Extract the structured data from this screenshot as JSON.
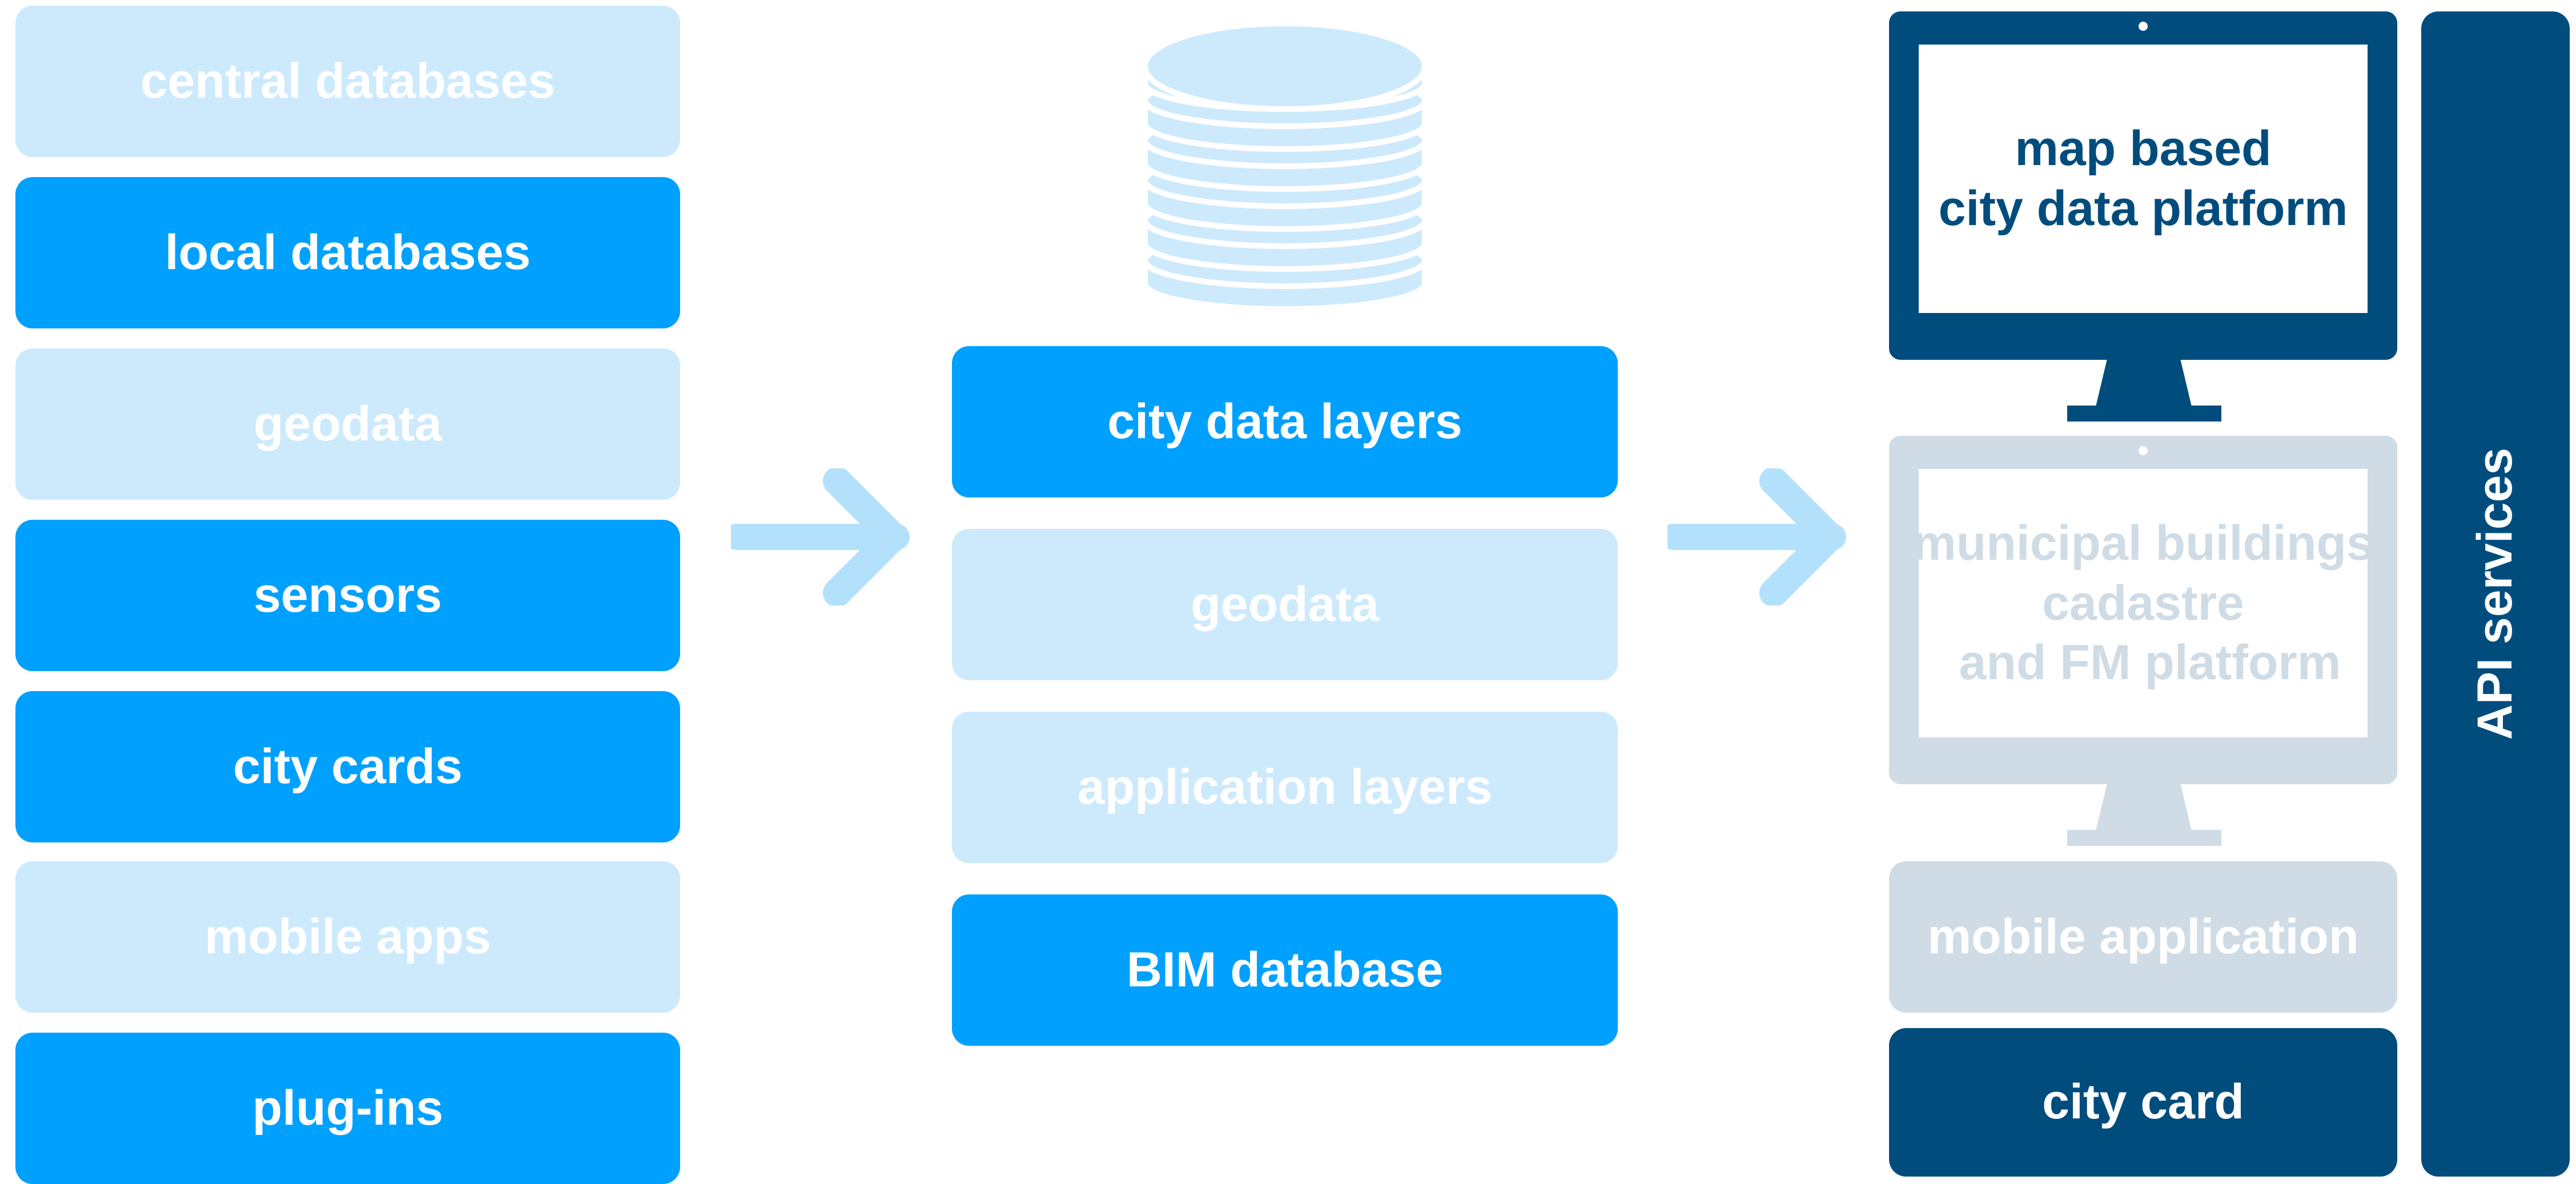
{
  "sources": [
    {
      "label": "central databases",
      "style": "light"
    },
    {
      "label": "local databases",
      "style": "strong"
    },
    {
      "label": "geodata",
      "style": "light"
    },
    {
      "label": "sensors",
      "style": "strong"
    },
    {
      "label": "city cards",
      "style": "strong"
    },
    {
      "label": "mobile apps",
      "style": "light"
    },
    {
      "label": "plug-ins",
      "style": "strong"
    }
  ],
  "hub": {
    "icon": "database-icon",
    "layers": [
      {
        "label": "city data layers",
        "style": "strong"
      },
      {
        "label": "geodata",
        "style": "light"
      },
      {
        "label": "application layers",
        "style": "light"
      },
      {
        "label": "BIM database",
        "style": "strong"
      }
    ]
  },
  "outputs": {
    "monitor_primary": {
      "label_line1": "map based",
      "label_line2": "city data platform"
    },
    "monitor_secondary": {
      "label_line1": "municipal buildings",
      "label_line2": "cadastre",
      "label_line3": " and FM platform"
    },
    "mobile_application": "mobile application",
    "city_card": "city card",
    "api_services": "API services"
  },
  "colors": {
    "light": "#cdeafc",
    "strong": "#00a0ff",
    "gray": "#cfdce6",
    "navy": "#004d7d",
    "arrow": "#b3e1fb"
  }
}
